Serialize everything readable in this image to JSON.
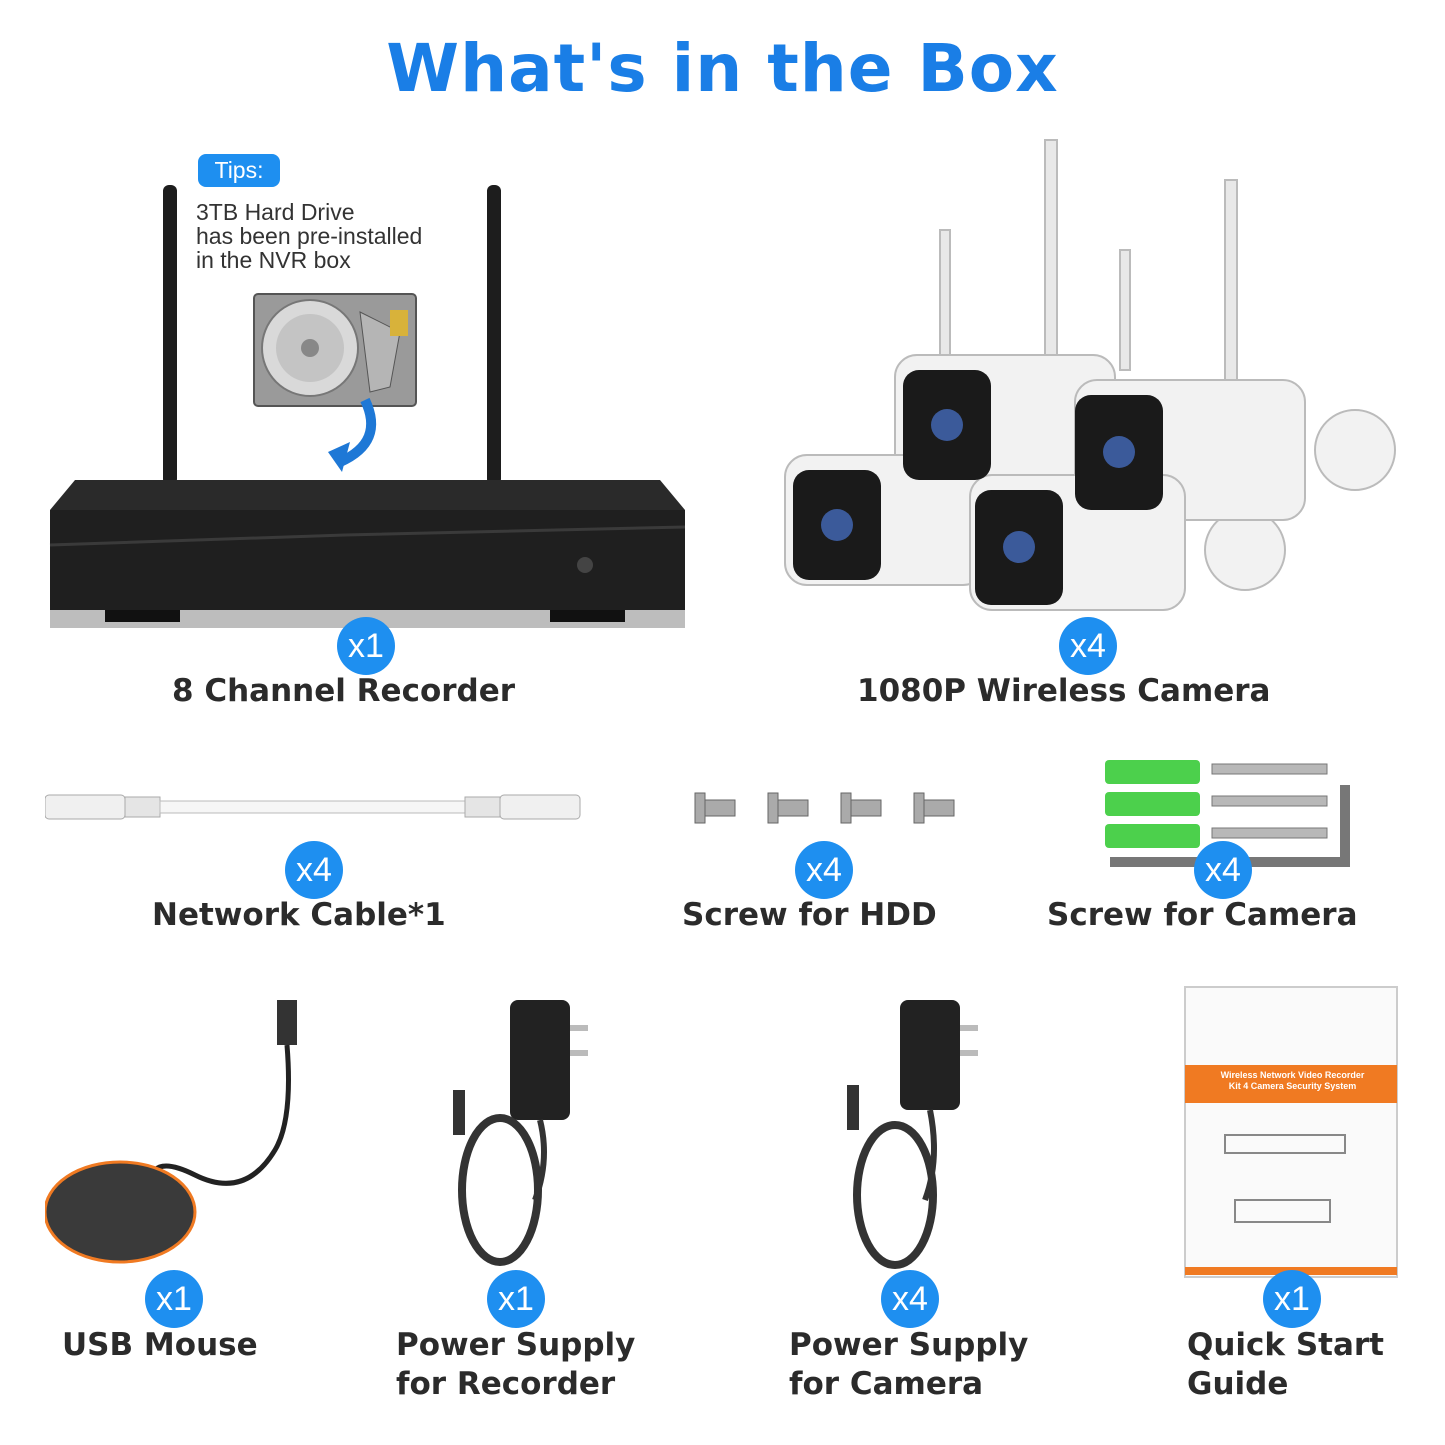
{
  "title": "What's in the Box",
  "tips": {
    "badge": "Tips:",
    "lines": [
      "3TB Hard Drive",
      "has been pre-installed",
      "in the NVR box"
    ]
  },
  "items": [
    {
      "label_lines": [
        "8 Channel Recorder"
      ],
      "qty": "x1"
    },
    {
      "label_lines": [
        "1080P Wireless Camera"
      ],
      "qty": "x4"
    },
    {
      "label_lines": [
        "Network Cable*1"
      ],
      "qty": "x4"
    },
    {
      "label_lines": [
        "Screw for HDD"
      ],
      "qty": "x4"
    },
    {
      "label_lines": [
        "Screw for Camera"
      ],
      "qty": "x4"
    },
    {
      "label_lines": [
        "USB Mouse"
      ],
      "qty": "x1"
    },
    {
      "label_lines": [
        "Power Supply",
        "for Recorder"
      ],
      "qty": "x1"
    },
    {
      "label_lines": [
        "Power Supply",
        "for Camera"
      ],
      "qty": "x4"
    },
    {
      "label_lines": [
        "Quick Start",
        "Guide"
      ],
      "qty": "x1"
    }
  ],
  "guide_cover": {
    "line1": "Wireless Network Video Recorder",
    "line2": "Kit 4 Camera Security System"
  },
  "colors": {
    "title": "#1a7ee6",
    "badge": "#1e8ff0",
    "guide_band": "#f07a22"
  }
}
